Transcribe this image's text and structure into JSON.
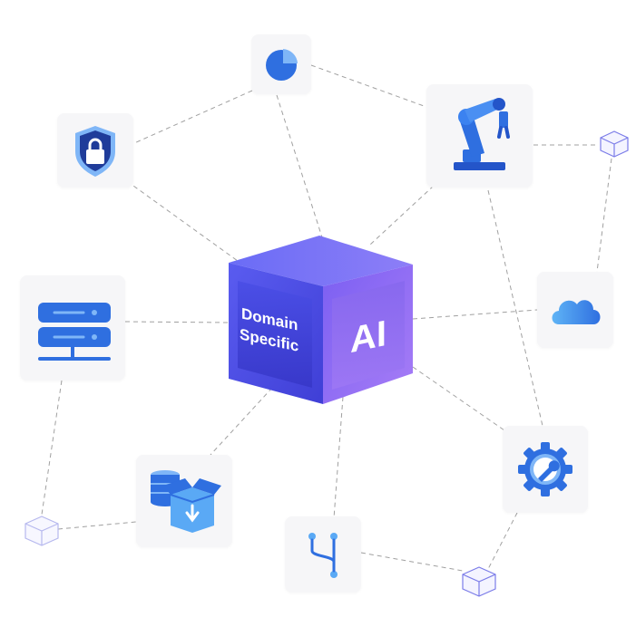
{
  "center": {
    "left_label_line1": "Domain",
    "left_label_line2": "Specific",
    "right_label": "AI"
  },
  "nodes": [
    {
      "id": "pie-chart",
      "icon": "pie-chart-icon"
    },
    {
      "id": "robot-arm",
      "icon": "robot-arm-icon"
    },
    {
      "id": "security-shield",
      "icon": "shield-lock-icon"
    },
    {
      "id": "server",
      "icon": "server-icon"
    },
    {
      "id": "cloud",
      "icon": "cloud-icon"
    },
    {
      "id": "data-package",
      "icon": "database-box-icon"
    },
    {
      "id": "git-branch",
      "icon": "git-branch-icon"
    },
    {
      "id": "settings-gear",
      "icon": "gear-wrench-icon"
    },
    {
      "id": "small-cube-top-right",
      "icon": "small-cube-icon"
    },
    {
      "id": "small-cube-bottom-left",
      "icon": "small-cube-icon"
    },
    {
      "id": "small-cube-bottom-right",
      "icon": "small-cube-icon"
    }
  ],
  "colors": {
    "cube_left": "#4a4de0",
    "cube_right": "#8a63f0",
    "cube_top": "#6e6ef5",
    "icon_blue": "#2f6fe0",
    "icon_light_blue": "#5aa9f5",
    "connector": "#9a9a9a"
  }
}
